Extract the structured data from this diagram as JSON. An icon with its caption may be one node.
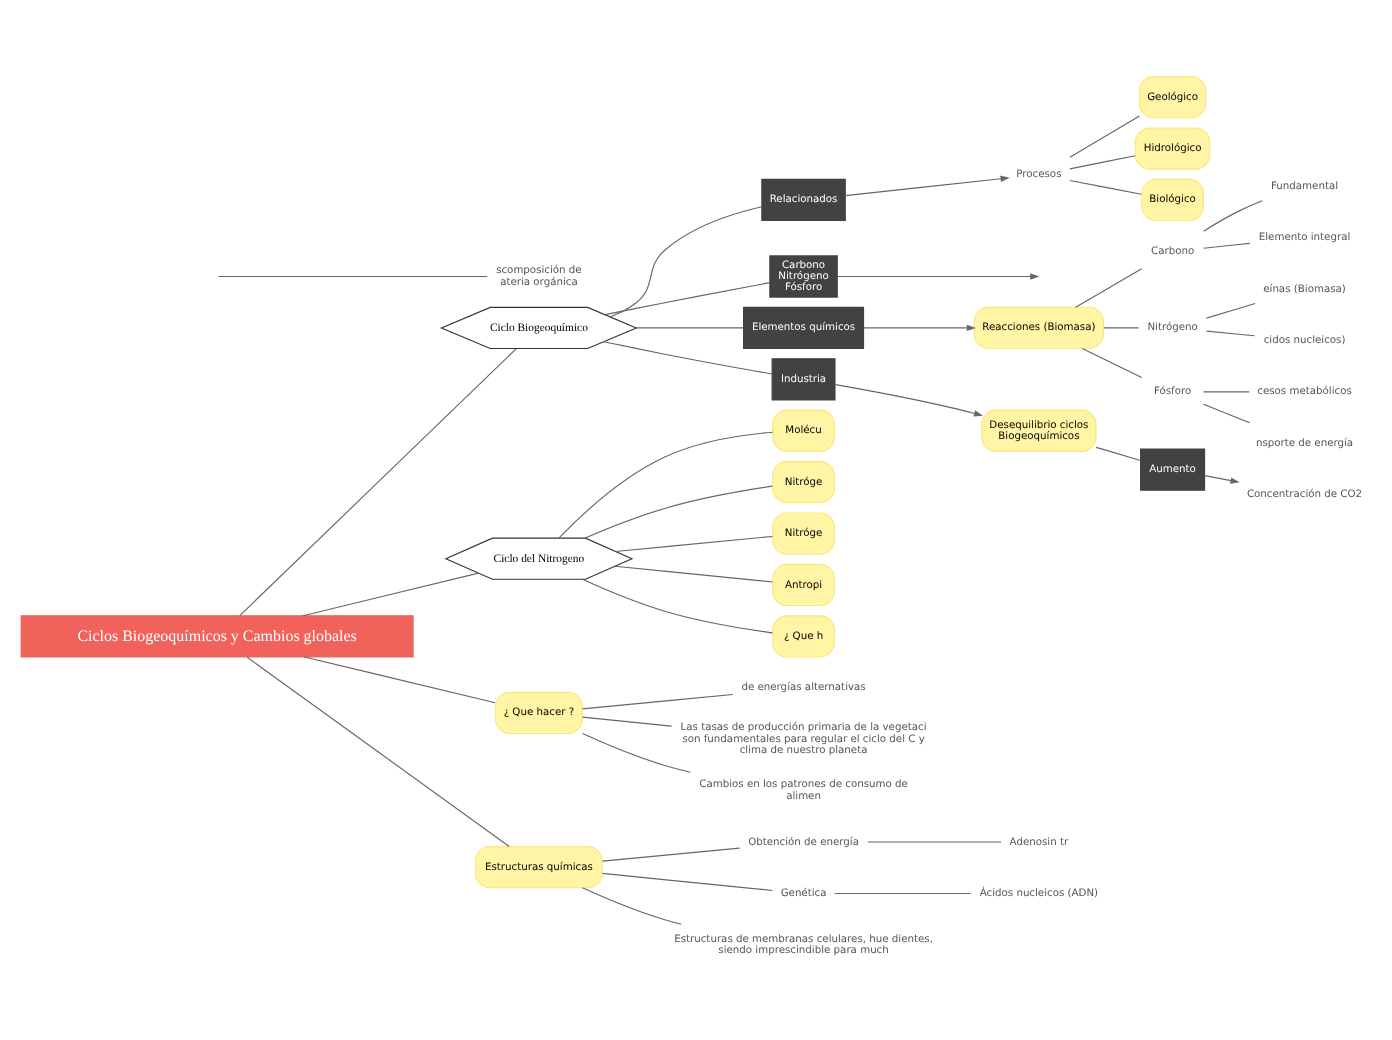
{
  "diagram": {
    "nodes": [
      {
        "text": [
          "Ciclos Biogeoquímicos y Cambios globales"
        ]
      },
      {
        "text": [
          "Ciclo Biogeoquímico"
        ]
      },
      {
        "text": [
          "Relacionados"
        ]
      },
      {
        "text": [
          "Procesos"
        ]
      },
      {
        "text": [
          "Geológico"
        ]
      },
      {
        "text": [
          "Hidrológico"
        ]
      },
      {
        "text": [
          "Biológico"
        ]
      },
      {
        "text": [
          "Carbono Nitrógeno Fósforo"
        ]
      },
      {
        "text": [
          "scomposición de ateria orgánica"
        ]
      },
      {
        "text": [
          "Elementos químicos"
        ]
      },
      {
        "text": [
          "Industria"
        ]
      },
      {
        "text": [
          "Reacciones (Biomasa)"
        ]
      },
      {
        "text": [
          "Desequilibrio ciclos Biogeoquímicos"
        ]
      },
      {
        "text": [
          "Aumento"
        ]
      },
      {
        "text": [
          "Concentración de CO2"
        ]
      },
      {
        "text": [
          "Carbono"
        ]
      },
      {
        "text": [
          "Fundamental"
        ]
      },
      {
        "text": [
          "Elemento integral"
        ]
      },
      {
        "text": [
          "Nitrógeno"
        ]
      },
      {
        "text": [
          "eínas (Biomasa)"
        ]
      },
      {
        "text": [
          "cidos nucleicos)"
        ]
      },
      {
        "text": [
          "Fósforo"
        ]
      },
      {
        "text": [
          "cesos metabólicos"
        ]
      },
      {
        "text": [
          "nsporte de energía"
        ]
      },
      {
        "text": [
          "Ciclo del Nitrogeno"
        ]
      },
      {
        "text": [
          "¿ Que hacer ?"
        ]
      },
      {
        "text": [
          "de energías alternativas"
        ]
      },
      {
        "text": [
          "Las tasas de producción primaria de la vegetaci son fundamentales para regular el ciclo del C y clima de nuestro planeta"
        ]
      },
      {
        "text": [
          "Cambios en los patrones de consumo de alimen"
        ]
      },
      {
        "text": [
          "Molécu"
        ]
      },
      {
        "text": [
          "Nitróge"
        ]
      },
      {
        "text": [
          "Nitróge"
        ]
      },
      {
        "text": [
          "Antropi"
        ]
      },
      {
        "text": [
          "¿ Que h"
        ]
      },
      {
        "text": [
          "Estructuras químicas"
        ]
      },
      {
        "text": [
          "Obtención de energía"
        ]
      },
      {
        "text": [
          "Adenosin tr"
        ]
      },
      {
        "text": [
          "Genética"
        ]
      },
      {
        "text": [
          "Ácidos nucleicos (ADN)"
        ]
      },
      {
        "text": [
          "Estructuras de membranas celulares, hue dientes, siendo imprescindible para much"
        ]
      }
    ],
    "edges": [
      {
        "from": 0,
        "to": 1,
        "arrow": "none"
      },
      {
        "from": 1,
        "to": 2,
        "arrow": "none"
      },
      {
        "from": 2,
        "to": 3,
        "arrow": "to"
      },
      {
        "from": 3,
        "to": 4,
        "arrow": "none"
      },
      {
        "from": 3,
        "to": 5,
        "arrow": "none"
      },
      {
        "from": 3,
        "to": 6,
        "arrow": "none"
      },
      {
        "from": 1,
        "to": 7,
        "arrow": "none"
      },
      {
        "from": 7,
        "to": null,
        "arrow": "to"
      },
      {
        "from": 8,
        "to": null,
        "arrow": "none"
      },
      {
        "from": 1,
        "to": 9,
        "arrow": "none"
      },
      {
        "from": 1,
        "to": 10,
        "arrow": "none"
      },
      {
        "from": 9,
        "to": 11,
        "arrow": "to"
      },
      {
        "from": 10,
        "to": 12,
        "arrow": "to"
      },
      {
        "from": 12,
        "to": 13,
        "arrow": "none"
      },
      {
        "from": 13,
        "to": 14,
        "arrow": "to"
      },
      {
        "from": 11,
        "to": 15,
        "arrow": "none"
      },
      {
        "from": 11,
        "to": 18,
        "arrow": "none"
      },
      {
        "from": 11,
        "to": 21,
        "arrow": "none"
      },
      {
        "from": 15,
        "to": 16,
        "arrow": "none"
      },
      {
        "from": 15,
        "to": 17,
        "arrow": "none"
      },
      {
        "from": 18,
        "to": 19,
        "arrow": "none"
      },
      {
        "from": 18,
        "to": 20,
        "arrow": "none"
      },
      {
        "from": 21,
        "to": 22,
        "arrow": "none"
      },
      {
        "from": 21,
        "to": 23,
        "arrow": "none"
      },
      {
        "from": 0,
        "to": 24,
        "arrow": "none"
      },
      {
        "from": 0,
        "to": 25,
        "arrow": "none"
      },
      {
        "from": 25,
        "to": 26,
        "arrow": "none"
      },
      {
        "from": 25,
        "to": 27,
        "arrow": "none"
      },
      {
        "from": 25,
        "to": 28,
        "arrow": "none"
      },
      {
        "from": 24,
        "to": 29,
        "arrow": "none"
      },
      {
        "from": 24,
        "to": 30,
        "arrow": "none"
      },
      {
        "from": 24,
        "to": 31,
        "arrow": "none"
      },
      {
        "from": 24,
        "to": 32,
        "arrow": "none"
      },
      {
        "from": 24,
        "to": 33,
        "arrow": "none"
      },
      {
        "from": 0,
        "to": 34,
        "arrow": "none"
      },
      {
        "from": 34,
        "to": 35,
        "arrow": "none"
      },
      {
        "from": 35,
        "to": 36,
        "arrow": "none"
      },
      {
        "from": 34,
        "to": 37,
        "arrow": "none"
      },
      {
        "from": 37,
        "to": 38,
        "arrow": "none"
      },
      {
        "from": 34,
        "to": 39,
        "arrow": "none"
      }
    ]
  }
}
